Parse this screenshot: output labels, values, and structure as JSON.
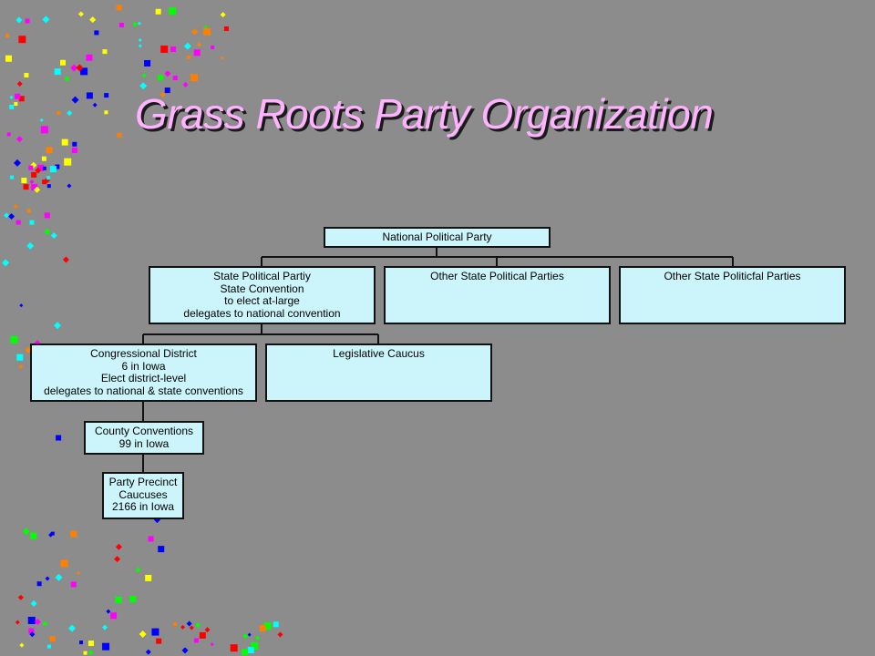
{
  "slide": {
    "title": "Grass Roots Party Organization",
    "title_color": "#ffb3ff",
    "background_color": "#8c8c8c",
    "box_fill_color": "#ccf5fb"
  },
  "org_chart": {
    "national": {
      "lines": [
        "National Political Party"
      ]
    },
    "state": {
      "lines": [
        "State Political Partiy",
        "State Convention",
        "to elect at-large",
        "delegates to national convention"
      ]
    },
    "other_state_1": {
      "lines": [
        "Other State Political Parties"
      ]
    },
    "other_state_2": {
      "lines": [
        "Other State Politicfal Parties"
      ]
    },
    "congressional": {
      "lines": [
        "Congressional District",
        "6 in Iowa",
        "Elect district-level",
        "delegates to national & state conventions"
      ]
    },
    "legislative": {
      "lines": [
        "Legislative Caucus"
      ]
    },
    "county": {
      "lines": [
        "County Conventions",
        "99 in Iowa"
      ]
    },
    "precinct": {
      "lines": [
        "Party Precinct",
        "Caucuses",
        "2166 in Iowa"
      ]
    }
  },
  "confetti_colors": [
    "#0000ff",
    "#ff00ff",
    "#00ffff",
    "#ffff00",
    "#ff8000",
    "#00ff00",
    "#ff0000"
  ]
}
